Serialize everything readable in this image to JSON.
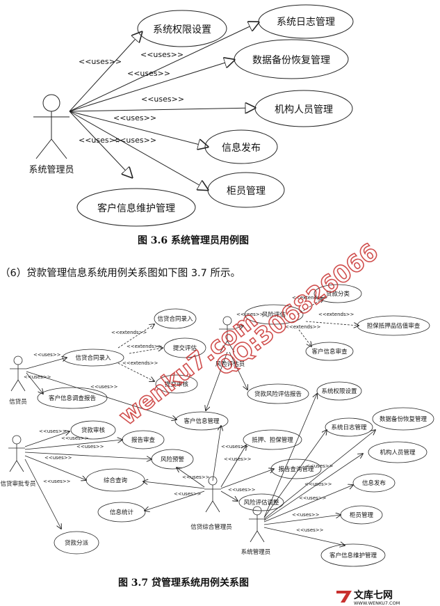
{
  "diagram1": {
    "actor": "系统管理员",
    "uses_label": "<<uses>>",
    "use_cases": [
      "系统权限设置",
      "系统日志管理",
      "数据备份恢复管理",
      "机构人员管理",
      "信息发布",
      "柜员管理",
      "客户信息维护管理"
    ],
    "caption": "图 3.6 系统管理员用例图"
  },
  "paragraph": "（6）贷款管理信息系统用例关系图如下图 3.7 所示。",
  "diagram2": {
    "actors": {
      "loan_officer": "信贷员",
      "reviewer": "信贷审批专员",
      "risk_assessor": "风险评估员",
      "manager": "信贷综合管理员",
      "admin": "系统管理员"
    },
    "use_cases": {
      "contract_input": "信贷合同录入",
      "contract_input2": "信贷合同录入",
      "submit_eval": "提交评估",
      "submit_review": "提交审核",
      "customer_survey": "客户信息调查报告",
      "customer_info_mgmt": "客户信息管理",
      "loan_review": "贷款审核",
      "report_review": "报告审查",
      "risk_warning": "风险预警",
      "combined_query": "综合查询",
      "info_stats": "信息统计",
      "loan_disburse": "贷款分派",
      "risk_eval": "风险评估",
      "loan_class": "贷款分类",
      "collateral_eval": "担保抵押品估值审查",
      "customer_info_review": "客户信息审查",
      "loan_risk_report": "贷款风险评估报告",
      "collateral_mgmt": "抵押、担保管理",
      "report_query_mgmt": "报告查询管理",
      "risk_eval_adjust": "风险评估调整",
      "sys_perm": "系统权限设置",
      "sys_log": "系统日志管理",
      "data_backup": "数据备份恢复管理",
      "org_staff": "机构人员管理",
      "info_publish": "信息发布",
      "teller_mgmt": "柜员管理",
      "cust_maint": "客户信息维护管理"
    },
    "labels": {
      "uses": "<<uses>>",
      "extends": "<<extends>>"
    },
    "caption": "图 3.7 贷管理系统用例关系图"
  },
  "watermark": {
    "url": "wenku7.com",
    "qq": "QQ:306826066",
    "brand_cn": "文库七网",
    "brand_url": "WWW.WENKU7.COM",
    "color": "#c8302e"
  }
}
